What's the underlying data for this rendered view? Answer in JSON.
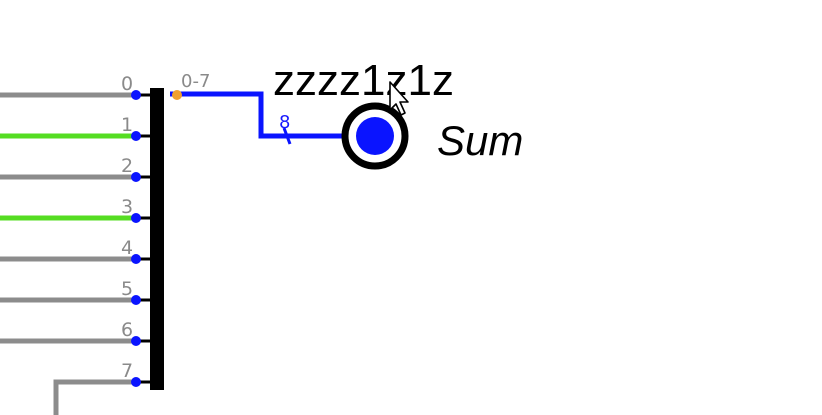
{
  "splitter": {
    "bits": [
      {
        "label": "0",
        "state": "low"
      },
      {
        "label": "1",
        "state": "high"
      },
      {
        "label": "2",
        "state": "low"
      },
      {
        "label": "3",
        "state": "high"
      },
      {
        "label": "4",
        "state": "low"
      },
      {
        "label": "5",
        "state": "low"
      },
      {
        "label": "6",
        "state": "low"
      },
      {
        "label": "7",
        "state": "low"
      }
    ],
    "range_label": "0-7"
  },
  "bus": {
    "width_label": "8"
  },
  "output_pin": {
    "value": "zzzz1z1z",
    "label": "Sum"
  },
  "colors": {
    "low_wire": "#8c8c8c",
    "high_wire": "#55dd22",
    "bus_wire": "#0a14ff",
    "splitter_bar": "#000000",
    "pin_dot": "#0a14ff",
    "junction_orange": "#f0a030"
  },
  "icons": {
    "cursor": "mouse-pointer-icon"
  }
}
